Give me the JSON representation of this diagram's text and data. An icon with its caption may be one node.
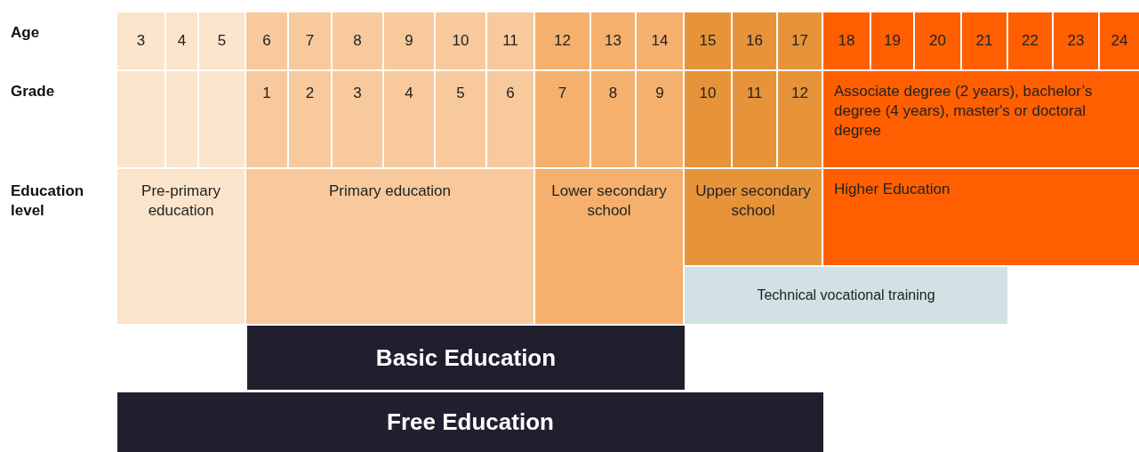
{
  "diagram": {
    "nodes": [
      {
        "text": [
          "3"
        ]
      },
      {
        "text": [
          "4"
        ]
      },
      {
        "text": [
          "5"
        ]
      },
      {
        "text": [
          "6"
        ]
      },
      {
        "text": [
          "7"
        ]
      },
      {
        "text": [
          "8"
        ]
      },
      {
        "text": [
          "9"
        ]
      },
      {
        "text": [
          "10"
        ]
      },
      {
        "text": [
          "11"
        ]
      },
      {
        "text": [
          "12"
        ]
      },
      {
        "text": [
          "13"
        ]
      },
      {
        "text": [
          "14"
        ]
      },
      {
        "text": [
          "15"
        ]
      },
      {
        "text": [
          "16"
        ]
      },
      {
        "text": [
          "17"
        ]
      },
      {
        "text": [
          "18"
        ]
      },
      {
        "text": [
          "19"
        ]
      },
      {
        "text": [
          "20"
        ]
      },
      {
        "text": [
          "21"
        ]
      },
      {
        "text": [
          "22"
        ]
      },
      {
        "text": [
          "23"
        ]
      },
      {
        "text": [
          "24"
        ]
      },
      {
        "text": [],
        "shape": "box"
      },
      {
        "text": [],
        "shape": "box"
      },
      {
        "text": [],
        "shape": "box"
      },
      {
        "text": [
          "1"
        ]
      },
      {
        "text": [
          "2"
        ]
      },
      {
        "text": [
          "3"
        ]
      },
      {
        "text": [
          "4"
        ]
      },
      {
        "text": [
          "5"
        ]
      },
      {
        "text": [
          "6"
        ]
      },
      {
        "text": [
          "7"
        ]
      },
      {
        "text": [
          "8"
        ]
      },
      {
        "text": [
          "9"
        ]
      },
      {
        "text": [
          "10"
        ]
      },
      {
        "text": [
          "11"
        ]
      },
      {
        "text": [
          "12"
        ]
      },
      {
        "text": [
          "Associate degree (2 years), bachelor’s degree (4 years), master's or doctoral degree"
        ]
      },
      {
        "text": [
          "Pre-primary education"
        ]
      },
      {
        "text": [
          "Primary education"
        ]
      },
      {
        "text": [
          "Lower secondary school"
        ]
      },
      {
        "text": [
          "Upper secondary school"
        ]
      },
      {
        "text": [
          "Higher Education"
        ]
      },
      {
        "text": [
          "Technical vocational training"
        ]
      },
      {
        "text": [
          "Basic Education"
        ]
      },
      {
        "text": [
          "Free Education"
        ]
      }
    ],
    "labels": [
      "Age",
      "Grade",
      "Education level"
    ]
  }
}
